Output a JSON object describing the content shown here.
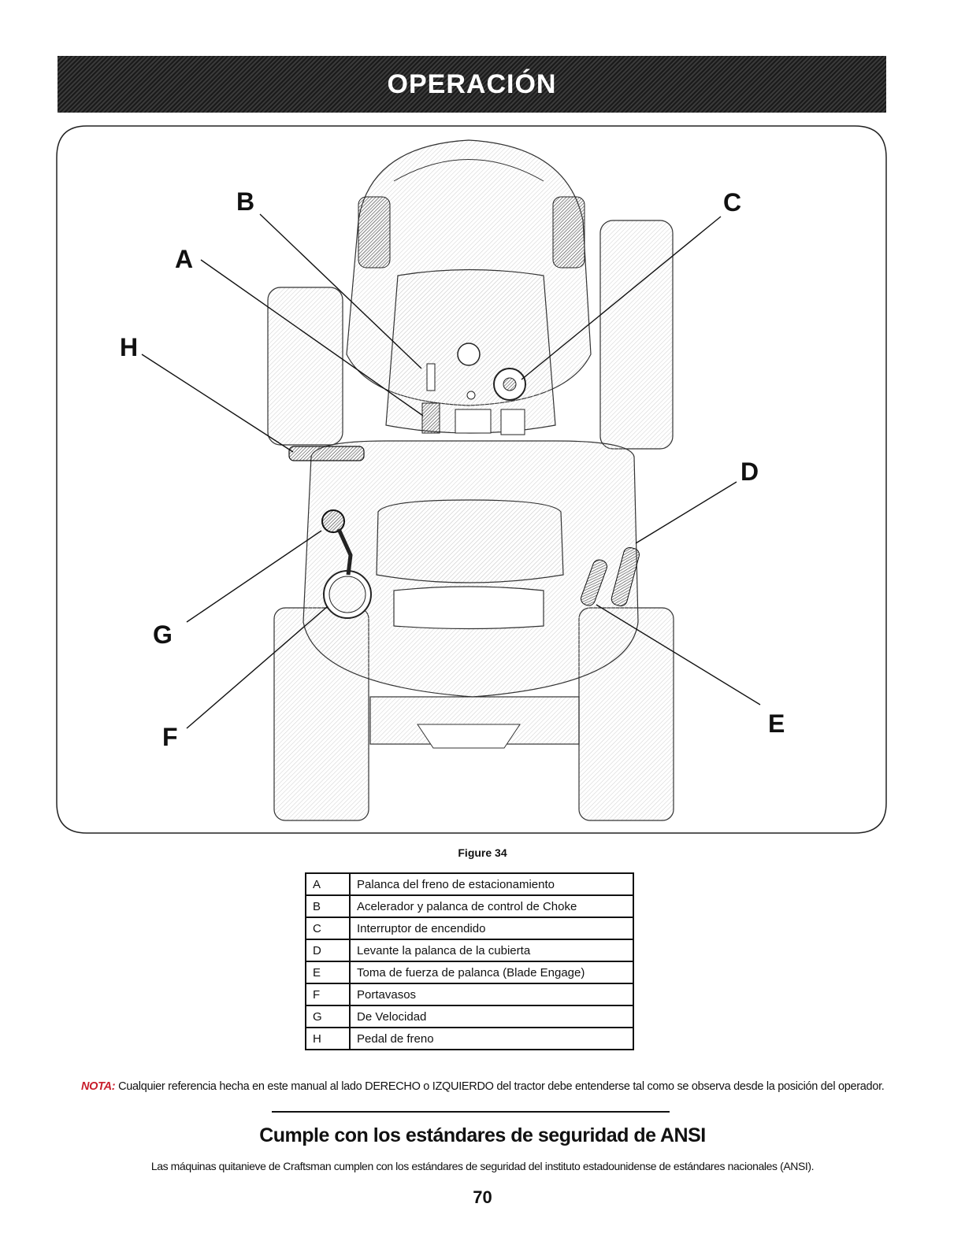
{
  "header": {
    "title": "OPERACIÓN"
  },
  "figure": {
    "callouts": [
      "A",
      "B",
      "C",
      "D",
      "E",
      "F",
      "G",
      "H"
    ],
    "caption": "Figure 34"
  },
  "legend": [
    {
      "key": "A",
      "label": "Palanca del freno de estacionamiento"
    },
    {
      "key": "B",
      "label": "Acelerador y palanca de control de Choke"
    },
    {
      "key": "C",
      "label": "Interruptor de encendido"
    },
    {
      "key": "D",
      "label": "Levante la palanca de la cubierta"
    },
    {
      "key": "E",
      "label": "Toma de fuerza de palanca (Blade Engage)"
    },
    {
      "key": "F",
      "label": "Portavasos"
    },
    {
      "key": "G",
      "label": "De Velocidad"
    },
    {
      "key": "H",
      "label": "Pedal de freno"
    }
  ],
  "note": {
    "label": "NOTA:",
    "text": " Cualquier referencia hecha en este manual al lado DERECHO o IZQUIERDO del tractor debe entenderse tal como se observa desde la posición del operador."
  },
  "section": {
    "title": "Cumple con los estándares de seguridad de ANSI",
    "body": "Las máquinas quitanieve de Craftsman cumplen con los estándares de seguridad del instituto estadounidense de estándares nacionales (ANSI)."
  },
  "page_number": "70"
}
